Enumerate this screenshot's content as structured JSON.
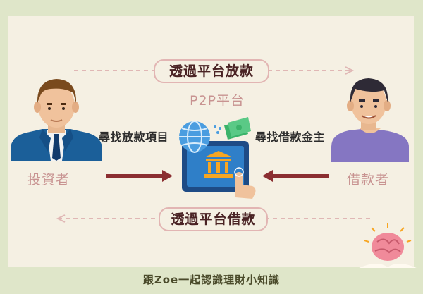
{
  "top_label": "透過平台放款",
  "platform_label": "P2P平台",
  "left_search": "尋找放款項目",
  "right_search": "尋找借款金主",
  "investor_label": "投資者",
  "borrower_label": "借款者",
  "bottom_label": "透過平台借款",
  "footer": "跟Zoe一起認識理財小知識"
}
